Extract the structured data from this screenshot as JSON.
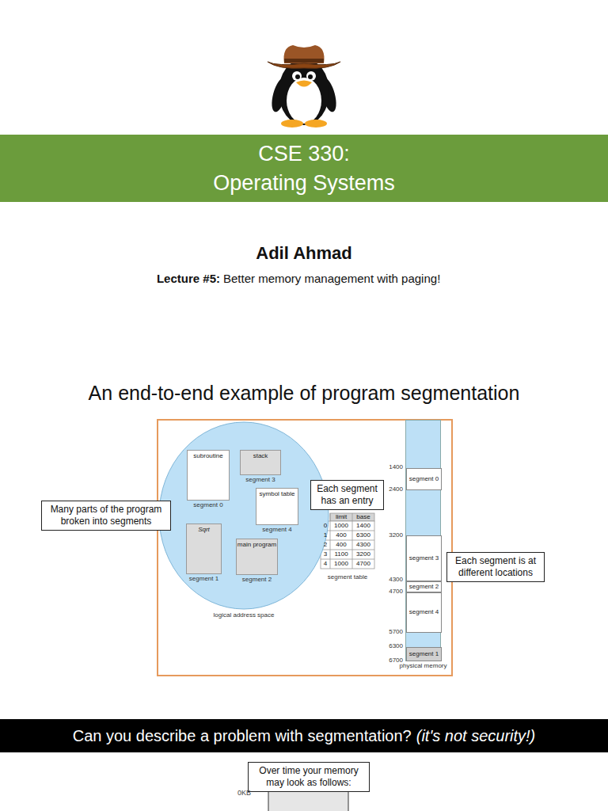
{
  "diagram": {
    "title": "An end-to-end example of program segmentation",
    "nodes": [
      {
        "text": [
          "CSE 330:",
          "Operating Systems"
        ]
      },
      {
        "text": [
          "logical address space"
        ]
      },
      {
        "text": [
          "subroutine",
          "segment 0"
        ],
        "in": 1
      },
      {
        "text": [
          "stack",
          "segment 3"
        ],
        "in": 1
      },
      {
        "text": [
          "symbol table",
          "segment 4"
        ],
        "in": 1
      },
      {
        "text": [
          "Sqrt",
          "segment 1"
        ],
        "in": 1
      },
      {
        "text": [
          "main program",
          "segment 2"
        ],
        "in": 1
      },
      {
        "text": [
          "Many parts of the program broken into segments"
        ]
      },
      {
        "text": [
          "Each segment has an entry"
        ]
      },
      {
        "text": [
          "physical memory"
        ]
      },
      {
        "text": [
          "segment 0"
        ],
        "in": 9
      },
      {
        "text": [
          "segment 3"
        ],
        "in": 9
      },
      {
        "text": [
          "segment 2"
        ],
        "in": 9
      },
      {
        "text": [
          "segment 4"
        ],
        "in": 9
      },
      {
        "text": [
          "segment 1"
        ],
        "in": 9
      },
      {
        "text": [
          "Each segment is at different locations"
        ]
      },
      {
        "text": [
          "Can you describe a problem with segmentation?",
          "(it's not security!)"
        ]
      },
      {
        "text": [
          "Over time your memory may look as follows:"
        ]
      }
    ],
    "labels": [
      "Adil Ahmad",
      "Lecture #5:",
      "Better memory management with paging!",
      "limit",
      "base",
      "0",
      "1000",
      "1400",
      "1",
      "400",
      "6300",
      "2",
      "400",
      "4300",
      "3",
      "1100",
      "3200",
      "4",
      "1000",
      "4700",
      "segment table",
      "1400",
      "2400",
      "3200",
      "4300",
      "4700",
      "5700",
      "6300",
      "6700",
      "0KB"
    ]
  }
}
